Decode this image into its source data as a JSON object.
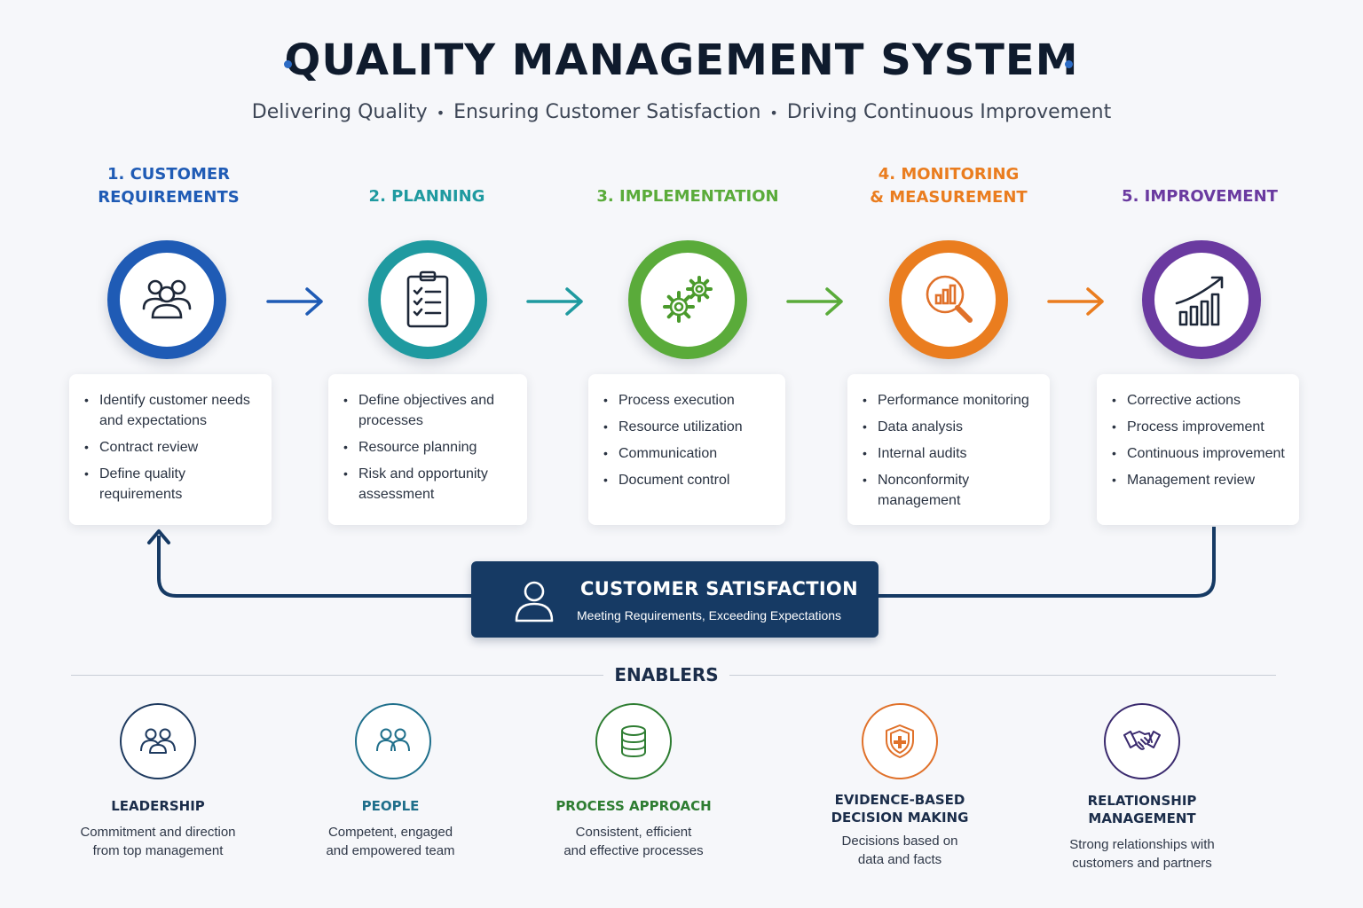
{
  "header": {
    "title": "QUALITY MANAGEMENT SYSTEM",
    "subtitle_parts": [
      "Delivering Quality",
      "Ensuring Customer Satisfaction",
      "Driving Continuous Improvement"
    ],
    "separator": "•"
  },
  "steps": [
    {
      "title_lines": [
        "1. CUSTOMER",
        "REQUIREMENTS"
      ],
      "color": "#1f5bb5",
      "icon": "people-group-icon",
      "bullets": [
        "Identify customer needs and expectations",
        "Contract review",
        "Define quality requirements"
      ]
    },
    {
      "title_lines": [
        "2. PLANNING"
      ],
      "color": "#1f9aa0",
      "icon": "clipboard-checklist-icon",
      "bullets": [
        "Define objectives and processes",
        "Resource planning",
        "Risk and opportunity assessment"
      ]
    },
    {
      "title_lines": [
        "3. IMPLEMENTATION"
      ],
      "color": "#5aab3a",
      "icon": "gears-icon",
      "bullets": [
        "Process execution",
        "Resource utilization",
        "Communication",
        "Document control"
      ]
    },
    {
      "title_lines": [
        "4. MONITORING",
        "& MEASUREMENT"
      ],
      "color": "#ea7d1f",
      "icon": "magnifier-chart-icon",
      "bullets": [
        "Performance monitoring",
        "Data analysis",
        "Internal audits",
        "Nonconformity management"
      ]
    },
    {
      "title_lines": [
        "5. IMPROVEMENT"
      ],
      "color": "#6a3aa0",
      "icon": "growth-chart-icon",
      "bullets": [
        "Corrective actions",
        "Process improvement",
        "Continuous improvement",
        "Management review"
      ]
    }
  ],
  "customer_satisfaction": {
    "title": "CUSTOMER SATISFACTION",
    "subtitle": "Meeting Requirements, Exceeding Expectations",
    "icon": "person-icon",
    "background": "#163a64"
  },
  "enablers": {
    "title": "ENABLERS",
    "items": [
      {
        "name_lines": [
          "LEADERSHIP"
        ],
        "desc_lines": [
          "Commitment and direction",
          "from top management"
        ],
        "color": "#1e3a5f",
        "icon": "leadership-people-icon"
      },
      {
        "name_lines": [
          "PEOPLE"
        ],
        "desc_lines": [
          "Competent, engaged",
          "and empowered team"
        ],
        "color": "#1f6f8b",
        "icon": "team-icon"
      },
      {
        "name_lines": [
          "PROCESS APPROACH"
        ],
        "desc_lines": [
          "Consistent, efficient",
          "and effective processes"
        ],
        "color": "#2e7d32",
        "icon": "database-icon"
      },
      {
        "name_lines": [
          "EVIDENCE-BASED",
          "DECISION MAKING"
        ],
        "desc_lines": [
          "Decisions based on",
          "data and facts"
        ],
        "color": "#e0712a",
        "icon": "shield-icon"
      },
      {
        "name_lines": [
          "RELATIONSHIP",
          "MANAGEMENT"
        ],
        "desc_lines": [
          "Strong relationships with",
          "customers and partners"
        ],
        "color": "#3a2a6e",
        "icon": "handshake-icon"
      }
    ]
  }
}
